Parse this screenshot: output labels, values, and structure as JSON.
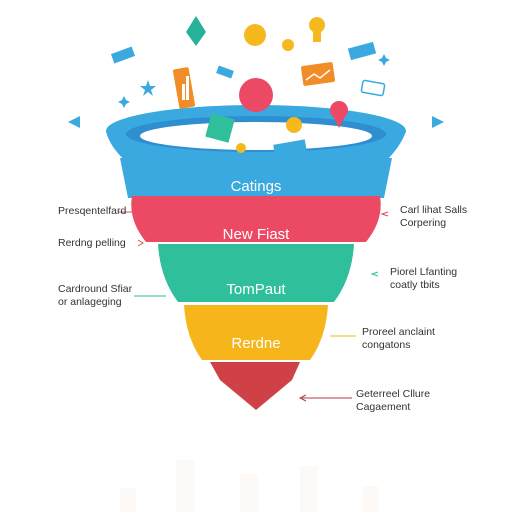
{
  "stages": [
    {
      "label": "Catings",
      "color": "#3aa9e0"
    },
    {
      "label": "New Fiast",
      "color": "#ec4a64"
    },
    {
      "label": "TomPaut",
      "color": "#2fbf9b"
    },
    {
      "label": "Rerdne",
      "color": "#f7b51c"
    },
    {
      "label": "",
      "color": "#cf4147"
    }
  ],
  "notes_left": [
    {
      "lines": [
        "Presqentelfard"
      ]
    },
    {
      "lines": [
        "Rerdng pelling"
      ]
    },
    {
      "lines": [
        "Cardround Sfiar",
        "or anlageging"
      ]
    }
  ],
  "notes_right": [
    {
      "lines": [
        "Carl lihat Salls",
        "Corpering"
      ]
    },
    {
      "lines": [
        "Piorel Lfanting",
        "coatly tbits"
      ]
    },
    {
      "lines": [
        "Proreel anclaint",
        "congatons"
      ]
    },
    {
      "lines": [
        "Geterreel Cllure",
        "Cagaement"
      ]
    }
  ],
  "colors": {
    "rim_outer": "#3aa9e0",
    "rim_inner": "#2f8ecf",
    "connector_line": "#e24b5b",
    "teal_line": "#2fbf9b",
    "gold_line": "#f7b51c",
    "arrow_dark": "#b03a44"
  },
  "floating_icons": [
    "diamond-icon",
    "circle-icon",
    "lightbulb-icon",
    "card-icon",
    "bar-chart-icon",
    "chart-card-icon",
    "balloon-icon",
    "pin-icon",
    "screen-icon",
    "star-icon",
    "sparkle-icon",
    "coin-icon",
    "drone-icon"
  ]
}
